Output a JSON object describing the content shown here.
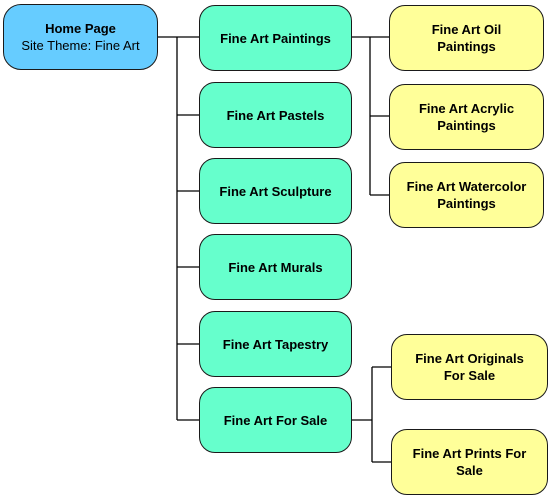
{
  "home": {
    "title": "Home Page",
    "subtitle": "Site Theme: Fine Art"
  },
  "categories": [
    {
      "label": "Fine Art Paintings"
    },
    {
      "label": "Fine Art Pastels"
    },
    {
      "label": "Fine Art Sculpture"
    },
    {
      "label": "Fine Art Murals"
    },
    {
      "label": "Fine Art Tapestry"
    },
    {
      "label": "Fine Art For Sale"
    }
  ],
  "paintings_children": [
    {
      "line1": "Fine Art Oil",
      "line2": "Paintings"
    },
    {
      "line1": "Fine Art Acrylic",
      "line2": "Paintings"
    },
    {
      "line1": "Fine Art Watercolor",
      "line2": "Paintings"
    }
  ],
  "forsale_children": [
    {
      "line1": "Fine Art Originals",
      "line2": "For Sale"
    },
    {
      "line1": "Fine Art Prints For",
      "line2": "Sale"
    }
  ],
  "colors": {
    "home": "#66ccff",
    "category": "#66ffcc",
    "subcategory": "#ffff99",
    "connector": "#000000"
  }
}
